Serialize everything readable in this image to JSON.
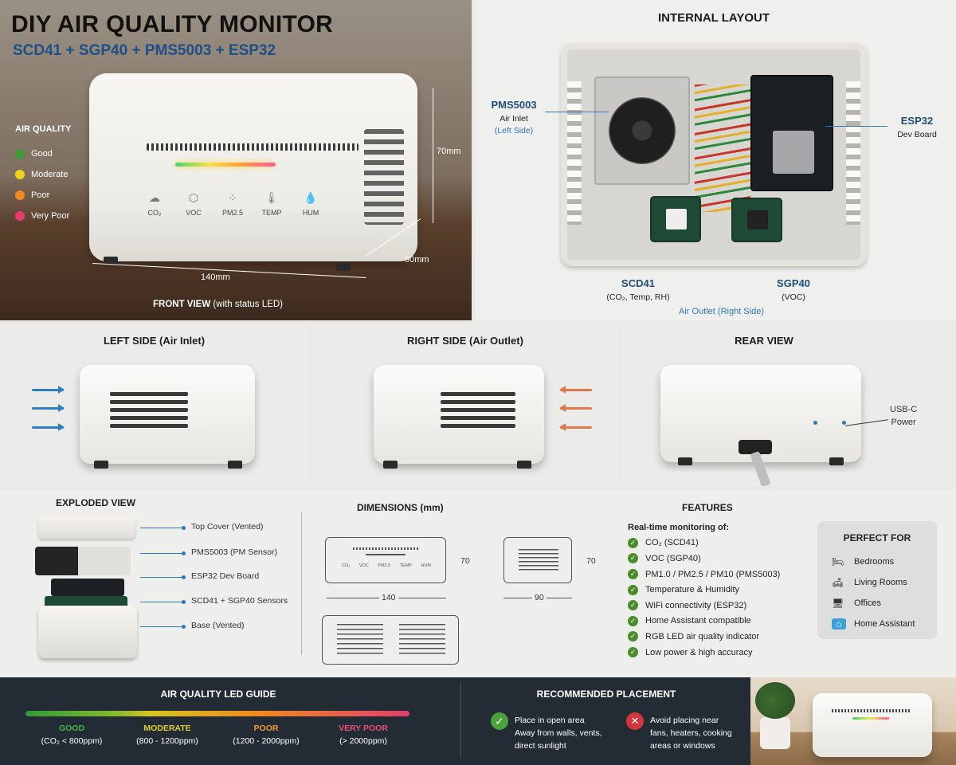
{
  "hero": {
    "title": "DIY AIR QUALITY MONITOR",
    "subtitle": "SCD41 + SGP40 + PMS5003 + ESP32",
    "legend_title": "AIR QUALITY",
    "legend": [
      {
        "label": "Good",
        "color": "#3f9b34"
      },
      {
        "label": "Moderate",
        "color": "#f2d31b"
      },
      {
        "label": "Poor",
        "color": "#f08a1c"
      },
      {
        "label": "Very Poor",
        "color": "#e63c6c"
      }
    ],
    "sensor_labels": [
      "CO₂",
      "VOC",
      "PM2.5",
      "TEMP",
      "HUM"
    ],
    "dim_height": "70mm",
    "dim_depth": "90mm",
    "dim_width": "140mm",
    "caption_bold": "FRONT VIEW",
    "caption_rest": " (with status LED)"
  },
  "internal": {
    "title": "INTERNAL LAYOUT",
    "pms_name": "PMS5003",
    "pms_sub1": "Air Inlet",
    "pms_sub2": "(Left Side)",
    "esp_name": "ESP32",
    "esp_sub": "Dev Board",
    "scd_name": "SCD41",
    "scd_sub": "(CO₂, Temp, RH)",
    "sgp_name": "SGP40",
    "sgp_sub": "(VOC)",
    "outlet": "Air Outlet (Right Side)"
  },
  "views": {
    "left_title": "LEFT SIDE (Air Inlet)",
    "right_title": "RIGHT SIDE (Air Outlet)",
    "rear_title": "REAR VIEW",
    "usb_line1": "USB-C",
    "usb_line2": "Power"
  },
  "exploded": {
    "title": "EXPLODED VIEW",
    "labels": [
      "Top Cover (Vented)",
      "PMS5003 (PM Sensor)",
      "ESP32 Dev Board",
      "SCD41 + SGP40 Sensors",
      "Base (Vented)"
    ]
  },
  "dimensions": {
    "title": "DIMENSIONS (mm)",
    "front_h": "70",
    "front_w": "140",
    "side_h": "70",
    "side_w": "90",
    "mini_labels": [
      "CO₂",
      "VOC",
      "PM2.5",
      "TEMP",
      "HUM"
    ]
  },
  "features": {
    "title": "FEATURES",
    "intro": "Real-time monitoring of:",
    "items": [
      "CO₂ (SCD41)",
      "VOC (SGP40)",
      "PM1.0 / PM2.5 / PM10 (PMS5003)",
      "Temperature & Humidity",
      "WiFi connectivity (ESP32)",
      "Home Assistant compatible",
      "RGB LED air quality indicator",
      "Low power & high accuracy"
    ],
    "perfect_title": "PERFECT FOR",
    "perfect_items": [
      "Bedrooms",
      "Living Rooms",
      "Offices",
      "Home Assistant"
    ]
  },
  "led_guide": {
    "title": "AIR QUALITY LED GUIDE",
    "levels": [
      {
        "name": "GOOD",
        "range": "(CO₂ < 800ppm)",
        "color": "#2f9a3a",
        "text_color": "#4fb24a"
      },
      {
        "name": "MODERATE",
        "range": "(800 - 1200ppm)",
        "color": "#d6c51f",
        "text_color": "#e0cf2a"
      },
      {
        "name": "POOR",
        "range": "(1200 - 2000ppm)",
        "color": "#ef8a1d",
        "text_color": "#f19a30"
      },
      {
        "name": "VERY POOR",
        "range": "(> 2000ppm)",
        "color": "#e23f6c",
        "text_color": "#ec4e7a"
      }
    ]
  },
  "placement": {
    "title": "RECOMMENDED PLACEMENT",
    "good": [
      "Place in open area",
      "Away from walls, vents,",
      "direct sunlight"
    ],
    "bad": [
      "Avoid placing near",
      "fans, heaters, cooking",
      "areas or windows"
    ]
  }
}
